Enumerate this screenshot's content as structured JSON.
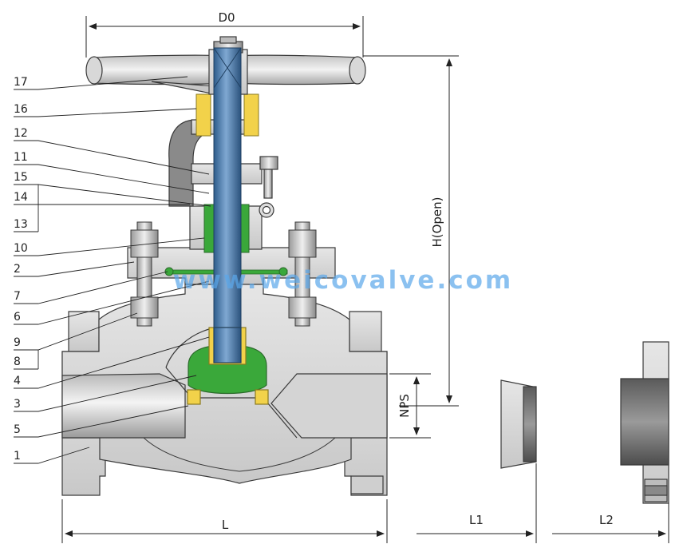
{
  "dimensions": {
    "d0": "D0",
    "h_open": "H(Open)",
    "nps": "NPS",
    "l": "L",
    "l1": "L1",
    "l2": "L2"
  },
  "part_labels": [
    "17",
    "16",
    "12",
    "11",
    "15",
    "14",
    "13",
    "10",
    "2",
    "7",
    "6",
    "9",
    "8",
    "4",
    "3",
    "5",
    "1"
  ],
  "watermark": "www.weicovalve.com",
  "colors": {
    "body": "#dcdcdc",
    "outline": "#3a3a3a",
    "stem": "#4b79a8",
    "packing": "#3aa83a",
    "bushing": "#f2d24a",
    "watermark": "#5aa7ea",
    "pipe_dark": "#6e6e6e"
  }
}
